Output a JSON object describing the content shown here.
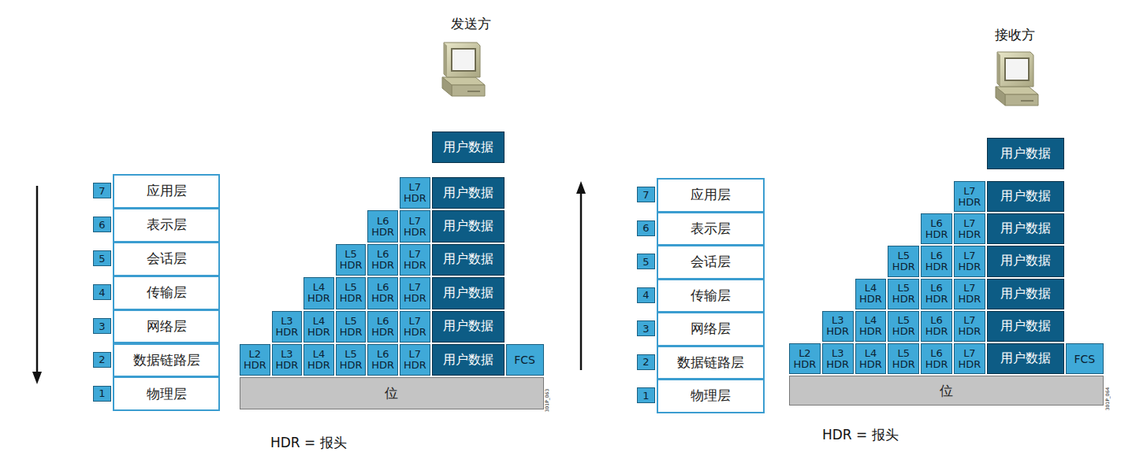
{
  "diagram": {
    "nodes": [
      {
        "text": [
          "7"
        ]
      },
      {
        "text": [
          "应用层"
        ]
      },
      {
        "text": [
          "6"
        ]
      },
      {
        "text": [
          "表示层"
        ]
      },
      {
        "text": [
          "5"
        ]
      },
      {
        "text": [
          "会话层"
        ]
      },
      {
        "text": [
          "4"
        ]
      },
      {
        "text": [
          "传输层"
        ]
      },
      {
        "text": [
          "3"
        ]
      },
      {
        "text": [
          "网络层"
        ]
      },
      {
        "text": [
          "2"
        ]
      },
      {
        "text": [
          "数据链路层"
        ]
      },
      {
        "text": [
          "1"
        ]
      },
      {
        "text": [
          "物理层"
        ]
      },
      {
        "text": [
          "用户数据"
        ]
      },
      {
        "text": [
          "L7 HDR"
        ]
      },
      {
        "text": [
          "用户数据"
        ]
      },
      {
        "text": [
          "L6 HDR"
        ]
      },
      {
        "text": [
          "L7 HDR"
        ]
      },
      {
        "text": [
          "用户数据"
        ]
      },
      {
        "text": [
          "L5 HDR"
        ]
      },
      {
        "text": [
          "L6 HDR"
        ]
      },
      {
        "text": [
          "L7 HDR"
        ]
      },
      {
        "text": [
          "用户数据"
        ]
      },
      {
        "text": [
          "L4 HDR"
        ]
      },
      {
        "text": [
          "L5 HDR"
        ]
      },
      {
        "text": [
          "L6 HDR"
        ]
      },
      {
        "text": [
          "L7 HDR"
        ]
      },
      {
        "text": [
          "用户数据"
        ]
      },
      {
        "text": [
          "L3 HDR"
        ]
      },
      {
        "text": [
          "L4 HDR"
        ]
      },
      {
        "text": [
          "L5 HDR"
        ]
      },
      {
        "text": [
          "L6 HDR"
        ]
      },
      {
        "text": [
          "L7 HDR"
        ]
      },
      {
        "text": [
          "用户数据"
        ]
      },
      {
        "text": [
          "L2 HDR"
        ]
      },
      {
        "text": [
          "L3 HDR"
        ]
      },
      {
        "text": [
          "L4 HDR"
        ]
      },
      {
        "text": [
          "L5 HDR"
        ]
      },
      {
        "text": [
          "L6 HDR"
        ]
      },
      {
        "text": [
          "L7 HDR"
        ]
      },
      {
        "text": [
          "用户数据"
        ]
      },
      {
        "text": [
          "FCS"
        ]
      },
      {
        "text": [
          "位"
        ]
      },
      {
        "text": [
          "7"
        ]
      },
      {
        "text": [
          "应用层"
        ]
      },
      {
        "text": [
          "6"
        ]
      },
      {
        "text": [
          "表示层"
        ]
      },
      {
        "text": [
          "5"
        ]
      },
      {
        "text": [
          "会话层"
        ]
      },
      {
        "text": [
          "4"
        ]
      },
      {
        "text": [
          "传输层"
        ]
      },
      {
        "text": [
          "3"
        ]
      },
      {
        "text": [
          "网络层"
        ]
      },
      {
        "text": [
          "2"
        ]
      },
      {
        "text": [
          "数据链路层"
        ]
      },
      {
        "text": [
          "1"
        ]
      },
      {
        "text": [
          "物理层"
        ]
      },
      {
        "text": [
          "用户数据"
        ]
      },
      {
        "text": [
          "L7 HDR"
        ]
      },
      {
        "text": [
          "用户数据"
        ]
      },
      {
        "text": [
          "L6 HDR"
        ]
      },
      {
        "text": [
          "L7 HDR"
        ]
      },
      {
        "text": [
          "用户数据"
        ]
      },
      {
        "text": [
          "L5 HDR"
        ]
      },
      {
        "text": [
          "L6 HDR"
        ]
      },
      {
        "text": [
          "L7 HDR"
        ]
      },
      {
        "text": [
          "用户数据"
        ]
      },
      {
        "text": [
          "L4 HDR"
        ]
      },
      {
        "text": [
          "L5 HDR"
        ]
      },
      {
        "text": [
          "L6 HDR"
        ]
      },
      {
        "text": [
          "L7 HDR"
        ]
      },
      {
        "text": [
          "用户数据"
        ]
      },
      {
        "text": [
          "L3 HDR"
        ]
      },
      {
        "text": [
          "L4 HDR"
        ]
      },
      {
        "text": [
          "L5 HDR"
        ]
      },
      {
        "text": [
          "L6 HDR"
        ]
      },
      {
        "text": [
          "L7 HDR"
        ]
      },
      {
        "text": [
          "用户数据"
        ]
      },
      {
        "text": [
          "L2 HDR"
        ]
      },
      {
        "text": [
          "L3 HDR"
        ]
      },
      {
        "text": [
          "L4 HDR"
        ]
      },
      {
        "text": [
          "L5 HDR"
        ]
      },
      {
        "text": [
          "L6 HDR"
        ]
      },
      {
        "text": [
          "L7 HDR"
        ]
      },
      {
        "text": [
          "用户数据"
        ]
      },
      {
        "text": [
          "FCS"
        ]
      },
      {
        "text": [
          "位"
        ]
      }
    ],
    "labels": [
      "发送方",
      "HDR = 报头",
      "301P_063",
      "接收方",
      "HDR = 报头",
      "301P_064"
    ]
  }
}
